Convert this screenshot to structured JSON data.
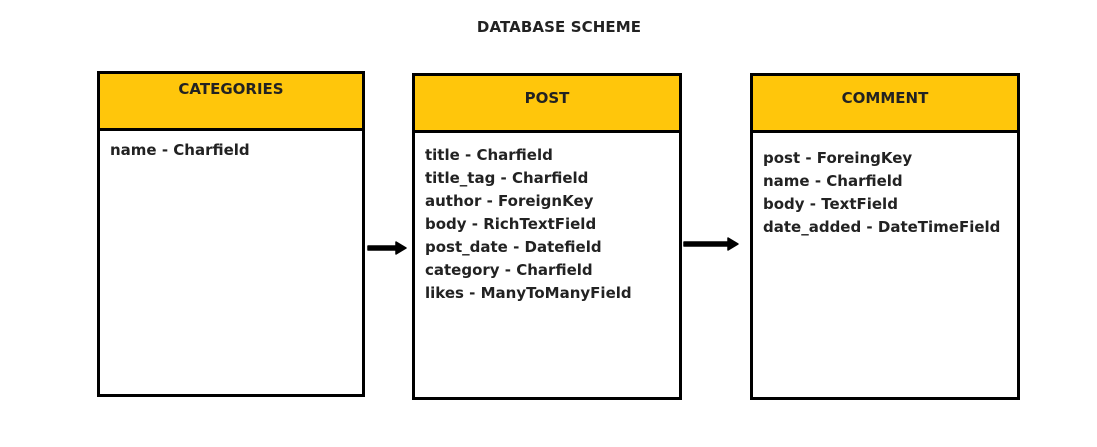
{
  "diagram": {
    "title": "DATABASE SCHEME"
  },
  "entities": {
    "categories": {
      "name": "CATEGORIES",
      "fields": [
        "name - Charfield"
      ]
    },
    "post": {
      "name": "POST",
      "fields": [
        "title - Charfield",
        "title_tag - Charfield",
        "author - ForeignKey",
        "body - RichTextField",
        "post_date - Datefield",
        "category - Charfield",
        "likes - ManyToManyField"
      ]
    },
    "comment": {
      "name": "COMMENT",
      "fields": [
        "post - ForeingKey",
        "name - Charfield",
        "body - TextField",
        "date_added - DateTimeField"
      ]
    }
  },
  "connections": [
    {
      "from": "categories",
      "to": "post"
    },
    {
      "from": "post",
      "to": "comment"
    }
  ],
  "colors": {
    "header_fill": "#ffc60b",
    "border": "#000000",
    "text": "#222222"
  }
}
